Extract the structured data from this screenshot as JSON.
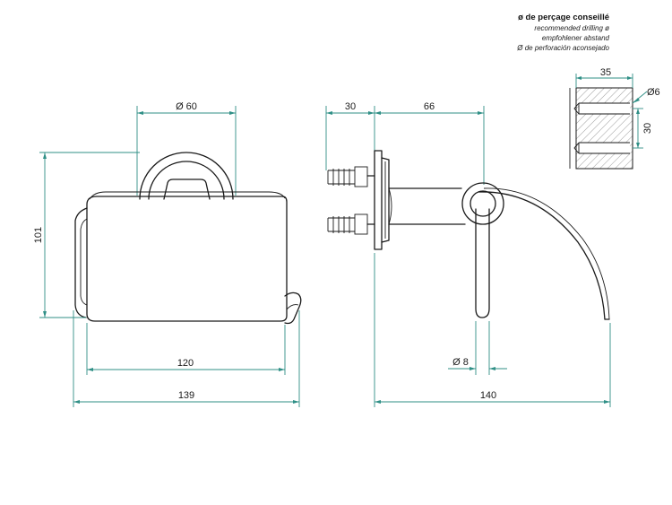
{
  "drilling_note": {
    "title": "ø de perçage conseillé",
    "lines": [
      "recommended drilling ø",
      "empfohlener abstand",
      "Ø de perforación aconsejado"
    ]
  },
  "front_view": {
    "dim_diameter": "Ø  60",
    "dim_height": "101",
    "dim_inner_width": "120",
    "dim_total_width": "139"
  },
  "side_view": {
    "dim_wall_depth": "30",
    "dim_projection": "66",
    "dim_arm_diameter": "Ø  8",
    "dim_total_depth": "140"
  },
  "drill_detail": {
    "dim_depth": "35",
    "dim_diameter": "Ø6",
    "dim_spacing": "30"
  },
  "colors": {
    "dimension": "#2f8f86",
    "outline": "#1a1a1a"
  }
}
